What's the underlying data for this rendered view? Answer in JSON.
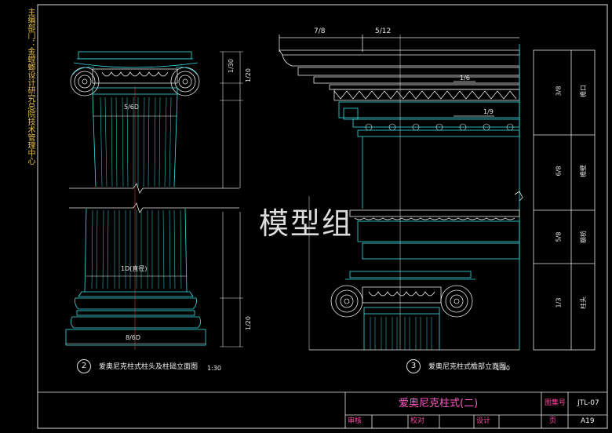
{
  "side_note": "主编部门：金螳螂设计研究总院技术管理中心",
  "watermark": "模型组",
  "drawing_left": {
    "number": "2",
    "caption": "爱奥尼克柱式柱头及柱础立面图",
    "scale": "1:30",
    "dim_top": "5/6D",
    "dim_mid": "1D(直径)",
    "dim_bottom": "8/6D",
    "dim_right_1": "1/30",
    "dim_right_2": "1/20",
    "dim_right_3": "1/20"
  },
  "drawing_right": {
    "number": "3",
    "caption": "爱奥尼克柱式檐部立面图",
    "scale": "1:30",
    "dim_top_left": "7/8",
    "dim_top_right": "5/12",
    "dim_1_6": "1/6",
    "dim_1_9": "1/9",
    "side_labels": [
      {
        "dim": "3/8",
        "name": "檐口"
      },
      {
        "dim": "6/8",
        "name": "檐壁"
      },
      {
        "dim": "5/8",
        "name": "额枋"
      },
      {
        "dim": "1/3",
        "name": "柱头"
      }
    ]
  },
  "title_block": {
    "title": "爱奥尼克柱式(二)",
    "atlas_label": "图集号",
    "atlas_value": "JTL-07",
    "page_label": "页",
    "page_value": "A19",
    "review_label": "审核",
    "check_label": "校对",
    "design_label": "设计"
  },
  "colors": {
    "cyan": "#36e0e6",
    "white": "#e8e8e8",
    "yellow": "#e8c04a",
    "magenta": "#ff4aa0",
    "dim_red": "#c04040"
  }
}
